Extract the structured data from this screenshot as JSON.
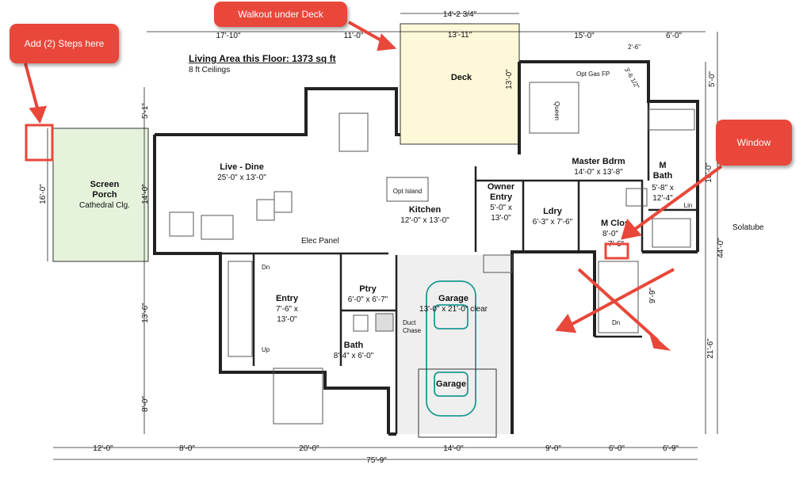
{
  "floor": {
    "title": "Living Area this Floor: 1373 sq ft",
    "subtitle": "8 ft Ceilings"
  },
  "callouts": {
    "steps": "Add (2) Steps here",
    "walkout": "Walkout under Deck",
    "window": "Window"
  },
  "colors": {
    "callout": "#e8473a",
    "deck": "#fdf8d8",
    "porch": "#e5f3dc",
    "garage": "#efefef",
    "car": "#1e9a94"
  },
  "rooms": {
    "deck": "Deck",
    "screen_porch_1": "Screen",
    "screen_porch_2": "Porch",
    "screen_porch_note": "Cathedral Clg.",
    "live_dine": "Live - Dine",
    "live_dine_size": "25'-0\" x 13'-0\"",
    "kitchen": "Kitchen",
    "kitchen_size": "12'-0\" x 13'-0\"",
    "opt_island": "Opt Island",
    "owner_entry_1": "Owner",
    "owner_entry_2": "Entry",
    "owner_entry_size_1": "5'-0\" x",
    "owner_entry_size_2": "13'-0\"",
    "ldry": "Ldry",
    "ldry_size": "6'-3\" x 7'-6\"",
    "master_bdrm": "Master Bdrm",
    "master_bdrm_size": "14'-0\" x 13'-8\"",
    "m_bath_1": "M",
    "m_bath_2": "Bath",
    "m_bath_size_1": "5'-8\" x",
    "m_bath_size_2": "12'-4\"",
    "lin": "Lin",
    "m_clos": "M Clos",
    "m_clos_size": "8'-0\"",
    "m_clos_size2": "7'-6\"",
    "solatube": "Solatube",
    "opt_gas_fp": "Opt Gas FP",
    "queen": "Queen",
    "entry": "Entry",
    "entry_size_1": "7'-6\" x",
    "entry_size_2": "13'-0\"",
    "ptry": "Ptry",
    "ptry_size": "6'-0\" x 6'-7\"",
    "bath": "Bath",
    "bath_size": "8'-4\" x 6'-0\"",
    "duct_1": "Duct",
    "duct_2": "Chase",
    "elec_panel": "Elec Panel",
    "garage": "Garage",
    "garage_size": "13'-0\" x 21'-0\" clear",
    "garage_car": "Garage",
    "dn": "Dn",
    "up": "Up",
    "dn2": "Dn"
  },
  "dims": {
    "top_left": "17'-10\"",
    "top_11": "11'-0\"",
    "top_deck_outer": "14'-2 3/4\"",
    "top_deck_inner": "13'-11\"",
    "top_15": "15'-0\"",
    "top_6": "6'-0\"",
    "deck_depth": "13'-0\"",
    "fp_26": "2'-6\"",
    "fp_36": "3'-6 1/2\"",
    "right_5": "5'-0\"",
    "right_16": "16'-0\"",
    "right_44": "44'-0\"",
    "right_99": "9'-9\"",
    "right_216": "21'-6\"",
    "left_51": "5'-1\"",
    "left_140": "14'-0\"",
    "left_160": "16'-0\"",
    "left_136": "13'-6\"",
    "left_80": "8'-0\"",
    "bot_12": "12'-0\"",
    "bot_8": "8'-0\"",
    "bot_20": "20'-0\"",
    "bot_14": "14'-0\"",
    "bot_9": "9'-0\"",
    "bot_6": "6'-0\"",
    "bot_69": "6'-9\"",
    "bot_total": "75'-9\""
  }
}
